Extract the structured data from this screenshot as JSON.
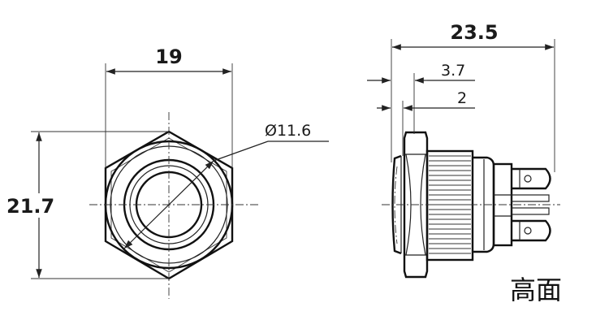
{
  "front_view": {
    "width_label": "19",
    "height_label": "21.7",
    "diameter_label": "Ø11.6"
  },
  "side_view": {
    "length_label": "23.5",
    "flange_label": "3.7",
    "cap_label": "2"
  },
  "caption": "高面"
}
